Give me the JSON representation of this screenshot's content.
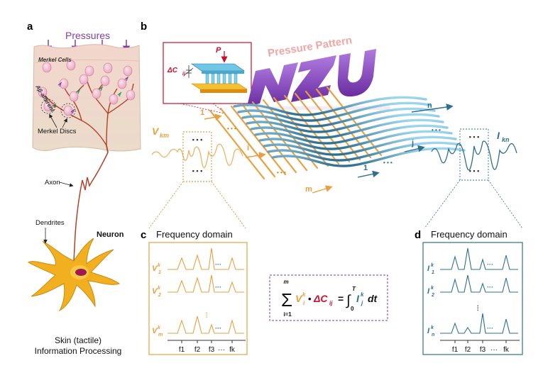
{
  "panels": {
    "a": "a",
    "b": "b",
    "c": "c",
    "d": "d"
  },
  "skin": {
    "pressures": "Pressures",
    "merkel_cells": "Merkel Cells",
    "ab_afferent": "Aβ-afferent",
    "merkel_discs": "Merkel Discs",
    "axon": "Axon",
    "dendrites": "Dendrites",
    "neuron": "Neuron",
    "caption_line1": "Skin (tactile)",
    "caption_line2": "Information Processing"
  },
  "device": {
    "pressure_pattern": "Pressure Pattern",
    "p_label": "P",
    "dc_label": "ΔC",
    "dc_sub": "ij",
    "v_label": "V",
    "v_sub": "km",
    "i_label": "I",
    "i_sub": "kn",
    "idx_1a": "1",
    "idx_i": "i",
    "idx_m": "m",
    "idx_1b": "1",
    "idx_j": "j",
    "idx_n": "n",
    "dots": "• • •"
  },
  "freq_left": {
    "title": "Frequency domain",
    "rows": [
      {
        "sym": "V",
        "sup": "k",
        "sub": "1"
      },
      {
        "sym": "V",
        "sup": "k",
        "sub": "2"
      },
      {
        "sym": "V",
        "sup": "k",
        "sub": "m"
      }
    ],
    "ticks": [
      "f1",
      "f2",
      "f3",
      "fk"
    ],
    "ellipsis": "···"
  },
  "freq_right": {
    "title": "Frequency domain",
    "rows": [
      {
        "sym": "I",
        "sup": "k",
        "sub": "1"
      },
      {
        "sym": "I",
        "sup": "k",
        "sub": "2"
      },
      {
        "sym": "I",
        "sup": "k",
        "sub": "n"
      }
    ],
    "ticks": [
      "f1",
      "f2",
      "f3",
      "fk"
    ],
    "ellipsis": "···"
  },
  "equation": {
    "sum_top": "m",
    "sum_bottom": "i=1",
    "v": "V",
    "v_sup": "k",
    "v_sub": "i",
    "dot": "•",
    "dc": "ΔC",
    "dc_sub": "ij",
    "equals": "=",
    "int_top": "T",
    "int_bottom": "0",
    "i": "I",
    "i_sup": "k",
    "i_sub": "j",
    "dt": "dt"
  },
  "colors": {
    "orange": "#E8A040",
    "teal": "#2E6F8E",
    "purple": "#7E3FA8",
    "red": "#C8102E",
    "neuron": "#F2B020"
  }
}
